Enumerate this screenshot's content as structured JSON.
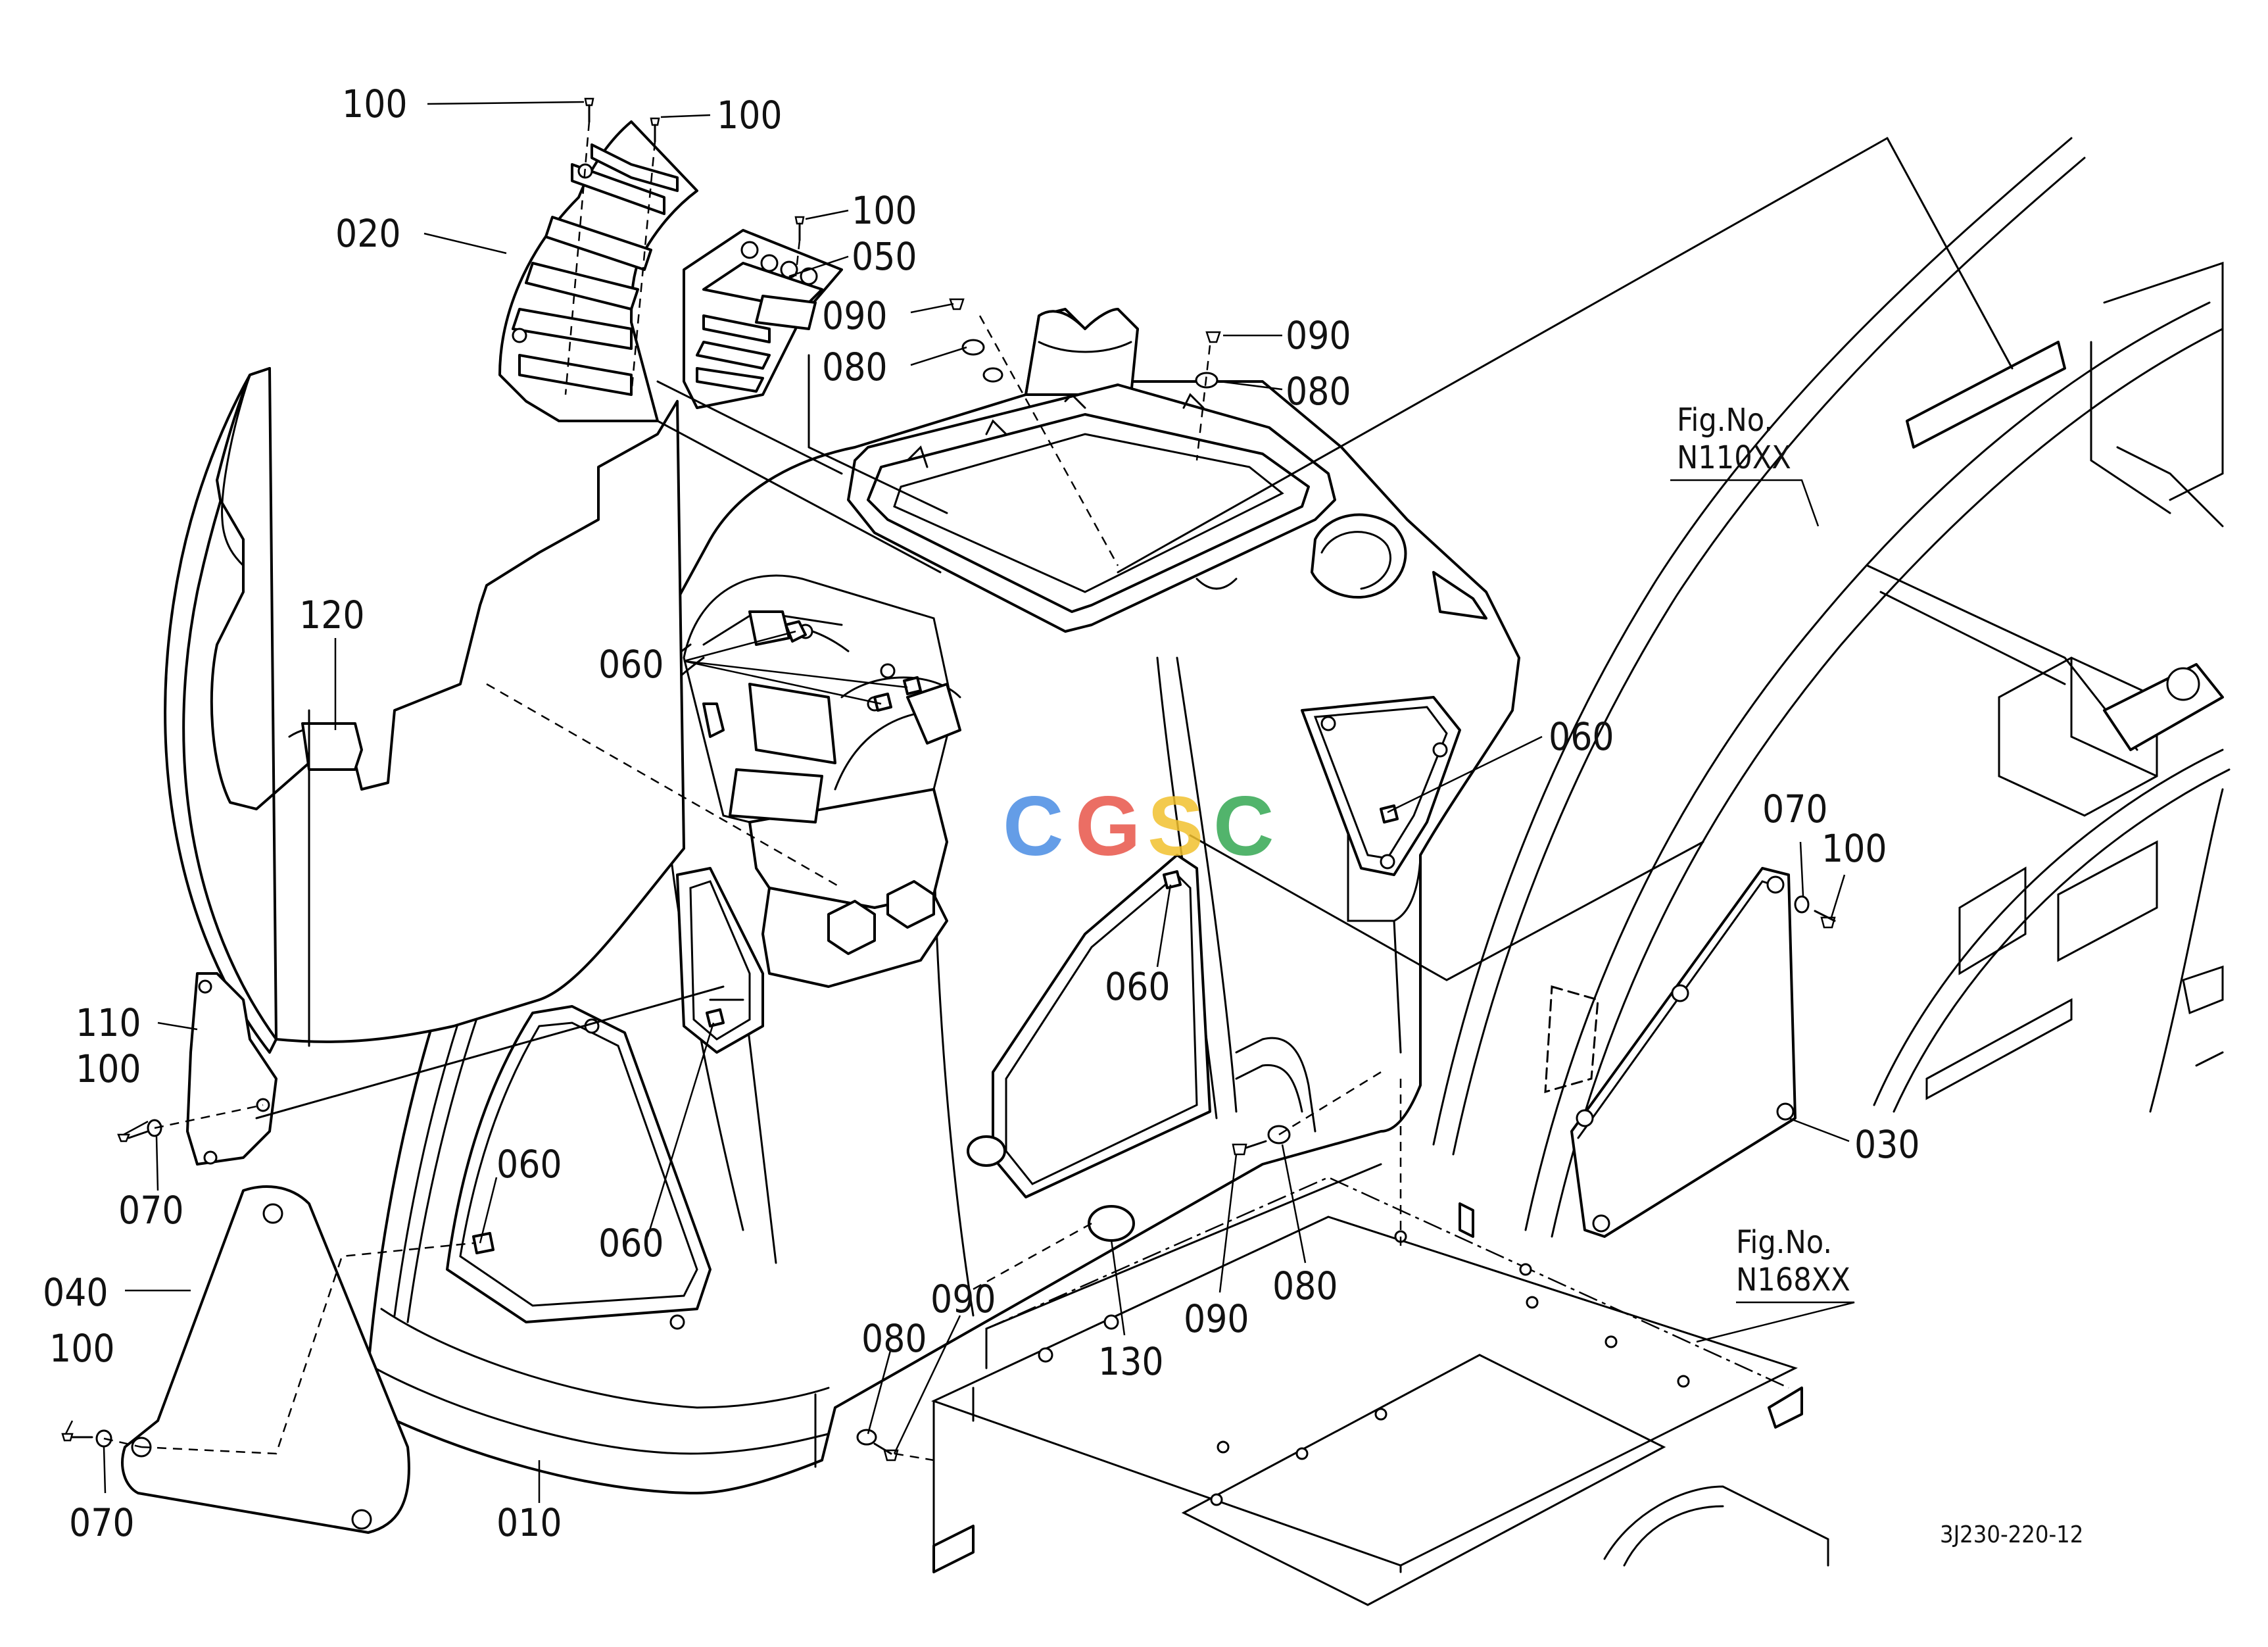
{
  "callouts": {
    "c010": "010",
    "c020": "020",
    "c030": "030",
    "c040": "040",
    "c050": "050",
    "c060": "060",
    "c070": "070",
    "c080": "080",
    "c090": "090",
    "c100": "100",
    "c110": "110",
    "c120": "120",
    "c130": "130"
  },
  "figure_refs": {
    "ref1_label": "Fig.No.",
    "ref1_code": "N110XX",
    "ref2_label": "Fig.No.",
    "ref2_code": "N168XX"
  },
  "drawing_number": "3J230-220-12",
  "watermark": {
    "letters": [
      "C",
      "G",
      "S",
      "C"
    ],
    "colors": [
      "#4a8de3",
      "#e8554a",
      "#f2c12e",
      "#34a853"
    ]
  }
}
